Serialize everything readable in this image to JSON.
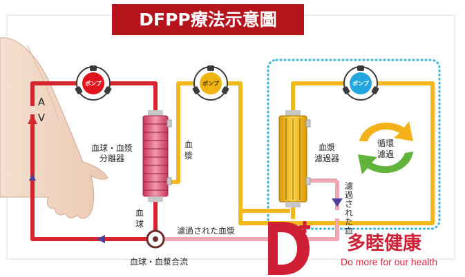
{
  "title": "DFPP療法示意圖",
  "labels": {
    "av_a": "A",
    "av_v": "V",
    "separator": [
      "血球・血漿",
      "分離器"
    ],
    "plasma_vertical": [
      "血",
      "漿"
    ],
    "blood_vertical": [
      "血",
      "球"
    ],
    "filter": [
      "血漿",
      "濾過器"
    ],
    "circulate": [
      "循環",
      "濾過"
    ],
    "filtered_horizontal": "濾過された血漿",
    "filtered_vertical": [
      "濾",
      "過",
      "さ",
      "れ",
      "た",
      "血"
    ],
    "merge": "血球・血漿合流"
  },
  "pumps": [
    {
      "label": "ポンプ",
      "color": "#e0141e",
      "text_color": "#ffffff"
    },
    {
      "label": "ポンプ",
      "color": "#f0b412",
      "text_color": "#4a3000"
    },
    {
      "label": "ポンプ",
      "color": "#21a6df",
      "text_color": "#ffffff"
    }
  ],
  "brand": {
    "letter": "D",
    "name": "多睦健康",
    "slogan": "Do more for our health"
  },
  "colors": {
    "title_bg": "#b5141d",
    "blood": "#d5252d",
    "plasma": "#f1b91c",
    "filtered": "#f0a7b4",
    "flow_arrow": "#4b3f9a",
    "dotted_box": "#39b4d6",
    "brand": "#cf1f34"
  }
}
